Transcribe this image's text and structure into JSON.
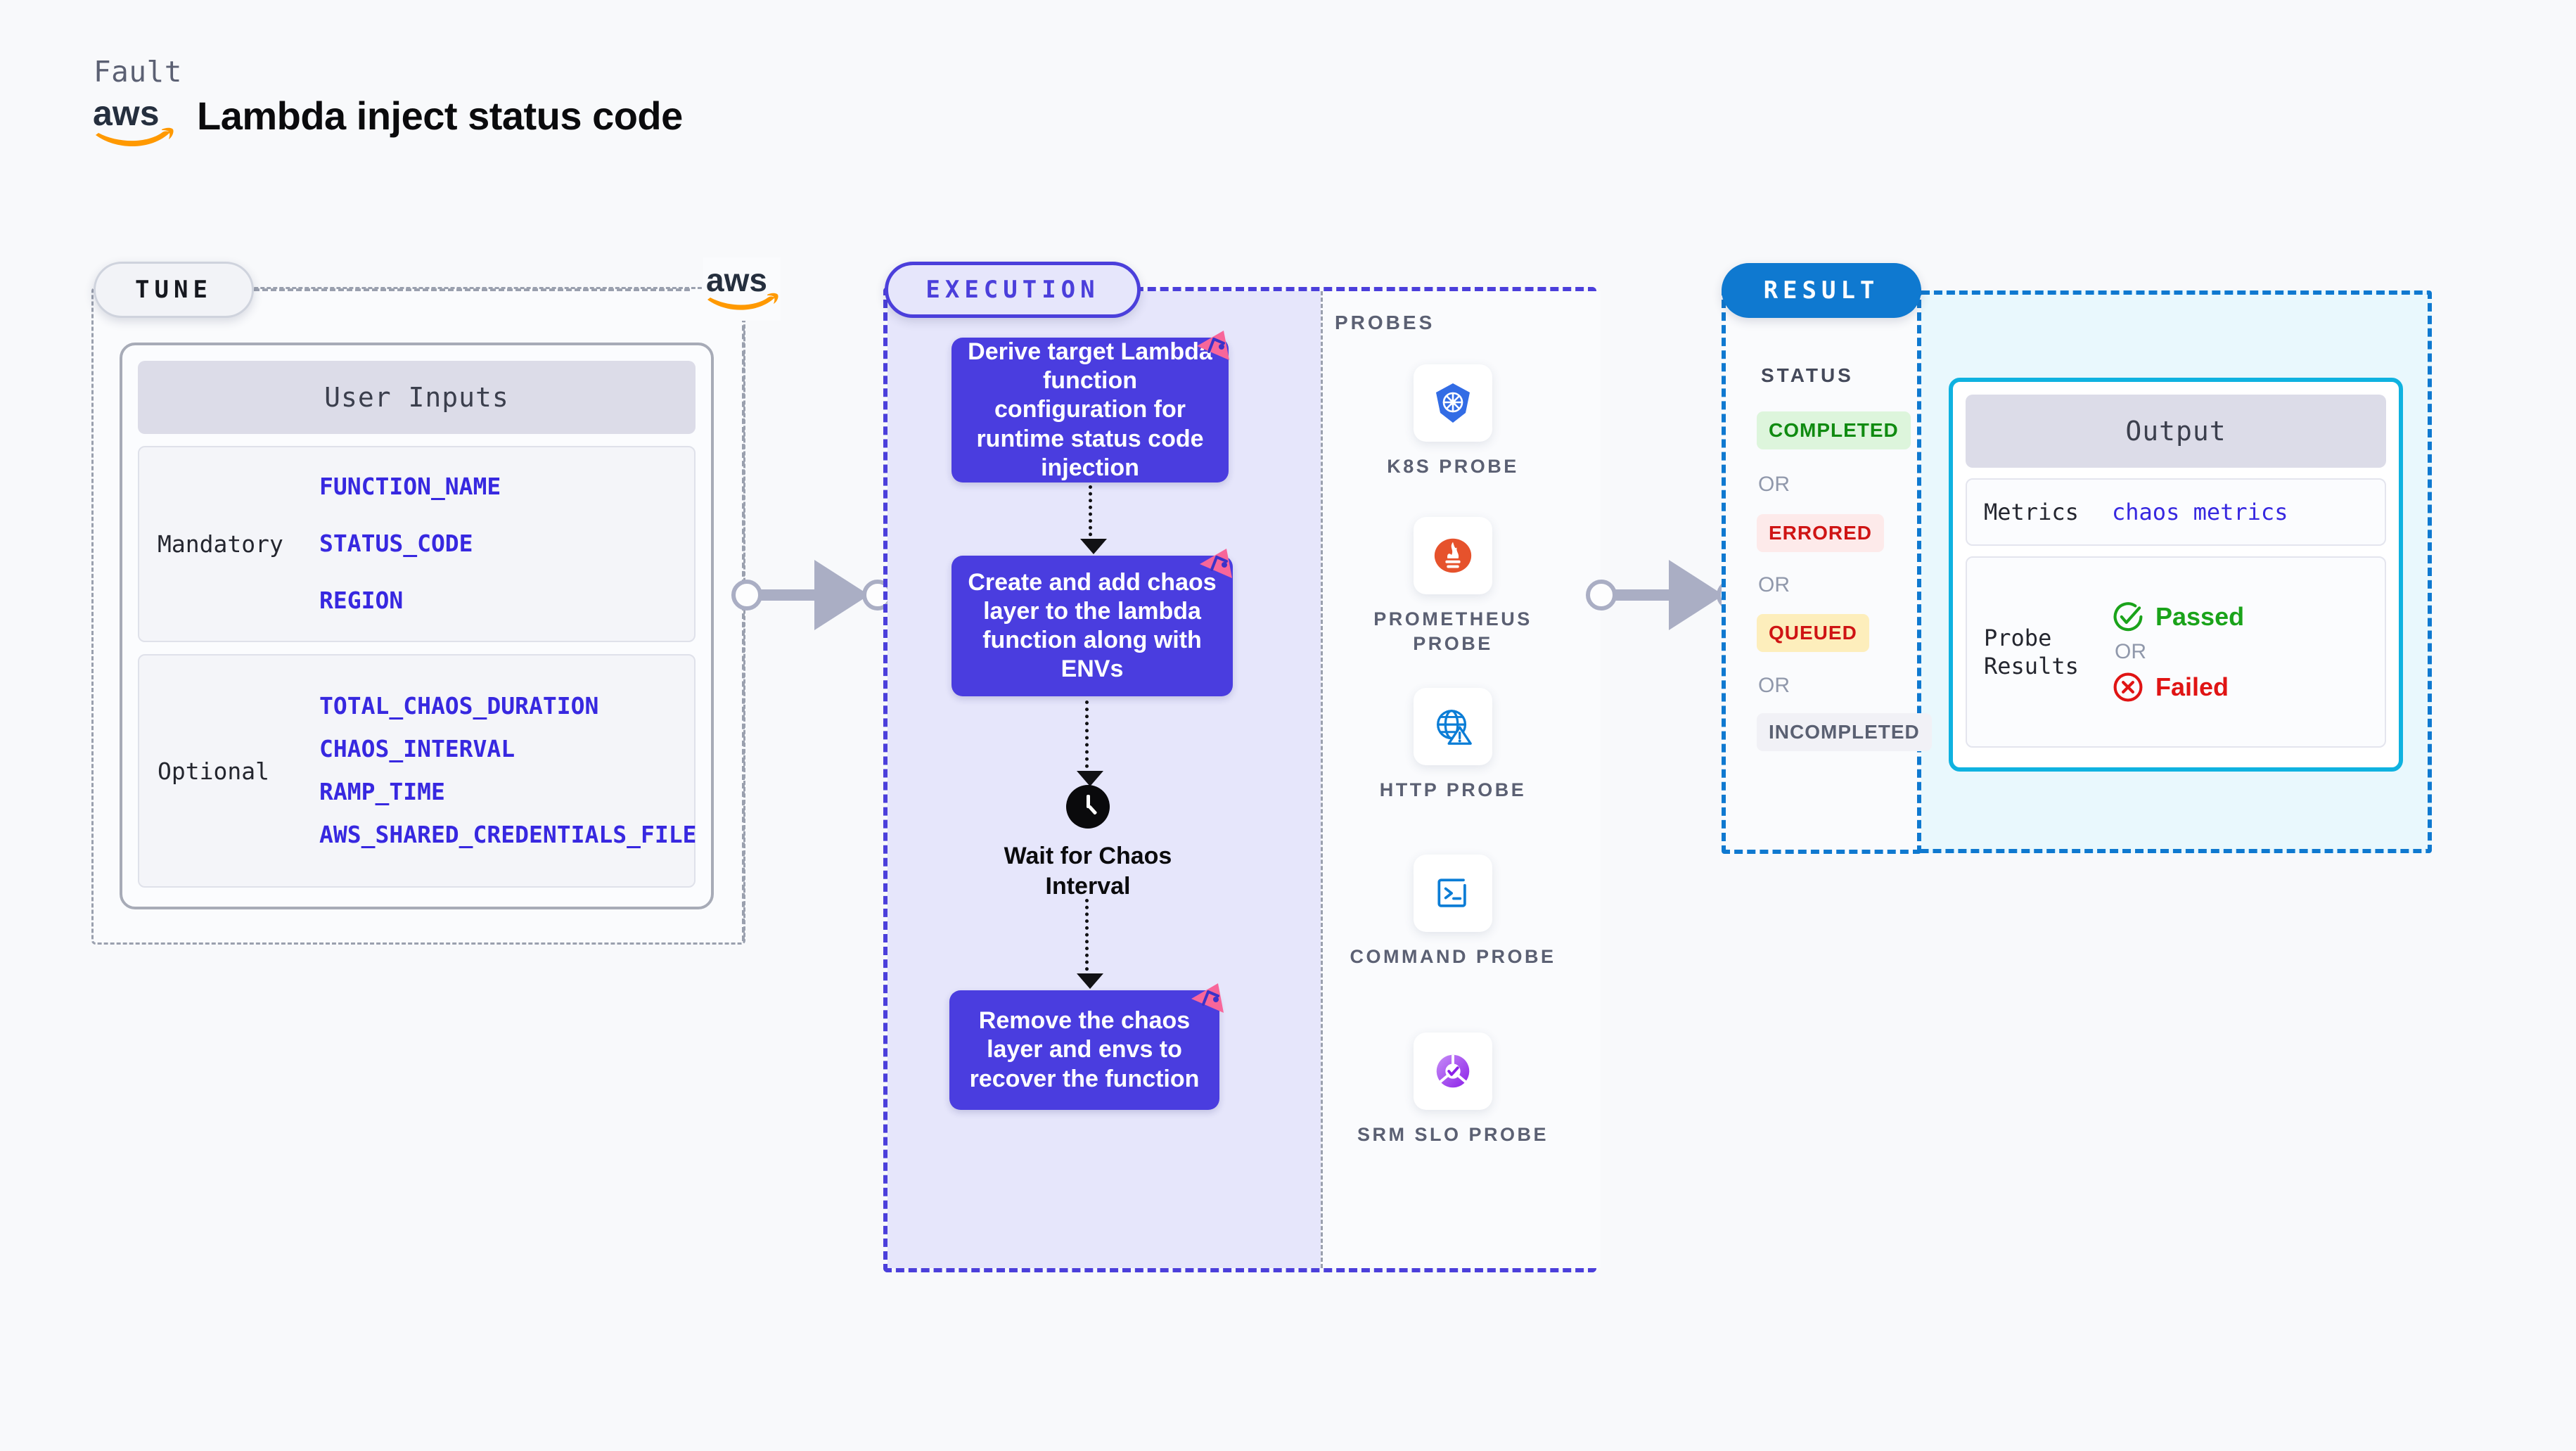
{
  "header": {
    "eyebrow": "Fault",
    "title": "Lambda inject status code",
    "logo_icon": "aws-logo"
  },
  "tune": {
    "pill_label": "TUNE",
    "aws_icon": "aws-logo",
    "card_title": "User Inputs",
    "groups": [
      {
        "label": "Mandatory",
        "values": [
          "FUNCTION_NAME",
          "STATUS_CODE",
          "REGION"
        ]
      },
      {
        "label": "Optional",
        "values": [
          "TOTAL_CHAOS_DURATION",
          "CHAOS_INTERVAL",
          "RAMP_TIME",
          "AWS_SHARED_CREDENTIALS_FILE"
        ]
      }
    ]
  },
  "execution": {
    "pill_label": "EXECUTION",
    "nodes": [
      "Derive target Lambda function configuration for runtime status code injection",
      "Create and add chaos layer to the lambda function along with ENVs",
      "Remove the chaos layer and envs to recover the function"
    ],
    "wait_label": "Wait for Chaos Interval",
    "wait_icon": "clock-icon",
    "badge_icon": "litmus-badge-icon",
    "probes_title": "PROBES",
    "probes": [
      {
        "name": "K8S PROBE",
        "icon": "kubernetes-icon"
      },
      {
        "name": "PROMETHEUS PROBE",
        "icon": "prometheus-icon"
      },
      {
        "name": "HTTP PROBE",
        "icon": "http-globe-warning-icon"
      },
      {
        "name": "COMMAND PROBE",
        "icon": "terminal-icon"
      },
      {
        "name": "SRM SLO PROBE",
        "icon": "srm-slo-icon"
      }
    ]
  },
  "result": {
    "pill_label": "RESULT",
    "status_title": "STATUS",
    "or_label": "OR",
    "statuses": [
      {
        "label": "COMPLETED",
        "bg": "#ddf5dc",
        "fg": "#108b11"
      },
      {
        "label": "ERRORED",
        "bg": "#fdeaea",
        "fg": "#cf1414"
      },
      {
        "label": "QUEUED",
        "bg": "#fdeebc",
        "fg": "#cf1414"
      },
      {
        "label": "INCOMPLETED",
        "bg": "#f1f1f6",
        "fg": "#5a6072"
      }
    ],
    "output": {
      "title": "Output",
      "metrics_label": "Metrics",
      "metrics_value": "chaos metrics",
      "probe_label": "Probe Results",
      "passed_label": "Passed",
      "failed_label": "Failed",
      "or_label": "OR",
      "passed_icon": "check-circle-icon",
      "failed_icon": "x-circle-icon"
    }
  },
  "colors": {
    "execution_accent": "#4b3fdb",
    "result_accent": "#0f79d0",
    "output_border": "#0fb2e0",
    "node_bg": "#4a3ddf",
    "litmus_pink": "#f8669a",
    "input_value": "#3728e0"
  }
}
